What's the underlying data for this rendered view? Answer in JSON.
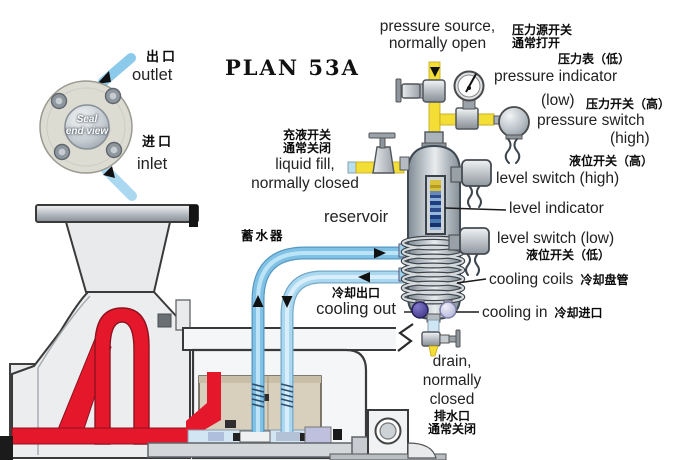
{
  "title": "PLAN 53A",
  "seal_end_view": {
    "line1": "Seal",
    "line2": "end view",
    "outlet_zh": "出口",
    "outlet_en": "outlet",
    "inlet_zh": "进口",
    "inlet_en": "inlet"
  },
  "labels": {
    "pressure_source_en1": "pressure source,",
    "pressure_source_en2": "normally open",
    "pressure_source_zh1": "压力源开关",
    "pressure_source_zh2": "通常打开",
    "pressure_indicator_zh": "压力表（低）",
    "pressure_indicator_en": "pressure indicator",
    "pressure_indicator_low": "(low)",
    "pressure_switch_zh": "压力开关（高）",
    "pressure_switch_en": "pressure switch",
    "pressure_switch_high": "(high)",
    "level_switch_high_zh": "液位开关（高）",
    "level_switch_high_en": "level switch (high)",
    "level_indicator_en": "level indicator",
    "level_switch_low_en": "level switch (low)",
    "level_switch_low_zh": "液位开关（低）",
    "cooling_coils_en": "cooling coils",
    "cooling_coils_zh": "冷却盘管",
    "cooling_out_zh": "冷却出口",
    "cooling_out_en": "cooling out",
    "cooling_in_en": "cooling in",
    "cooling_in_zh": "冷却进口",
    "liquid_fill_zh1": "充液开关",
    "liquid_fill_zh2": "通常关闭",
    "liquid_fill_en1": "liquid fill,",
    "liquid_fill_en2": "normally closed",
    "reservoir_en": "reservoir",
    "reservoir_zh": "蓄水器",
    "drain_en1": "drain,",
    "drain_en2": "normally",
    "drain_en3": "closed",
    "drain_zh1": "排水口",
    "drain_zh2": "通常关闭"
  },
  "colors": {
    "yellow": "#f2de34",
    "yellow-dark": "#c3a51d",
    "blue-pipe": "#7fc2e6",
    "blue-pipe-light": "#a9d8f0",
    "red": "#e5182b",
    "red-dark": "#8e1220",
    "purple": "#433a8e",
    "lavender": "#c9cbe8"
  }
}
